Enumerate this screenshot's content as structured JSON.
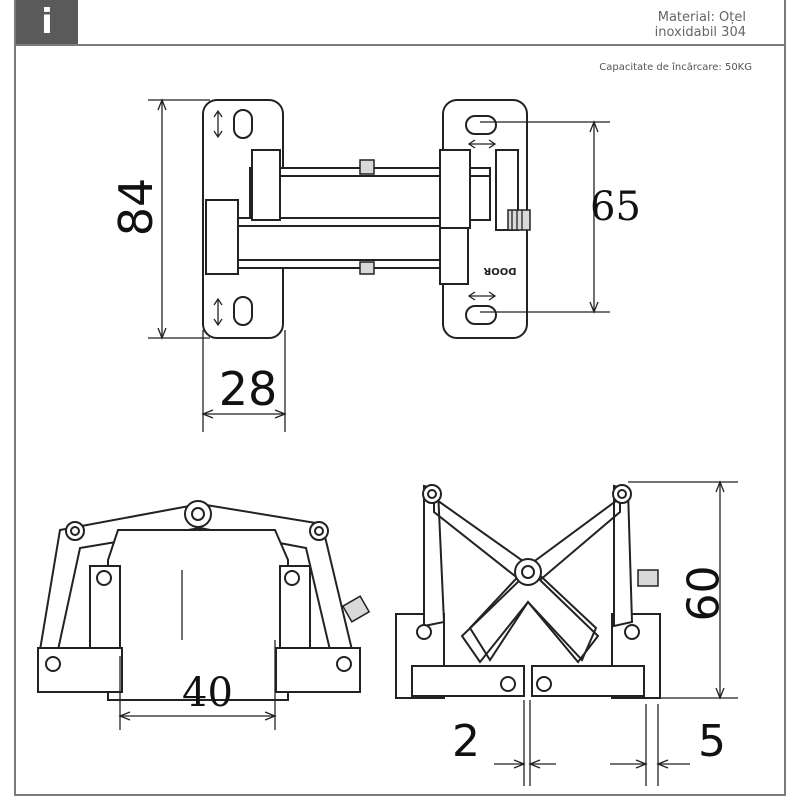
{
  "header": {
    "badge": "i",
    "material_line1": "Material: Oțel",
    "material_line2": "inoxidabil 304"
  },
  "capacity": "Capacitate de încărcare: 50KG",
  "dimensions": {
    "height": "84",
    "depth": "28",
    "hole_spacing": "65",
    "width": "40",
    "opening_height": "60",
    "gap": "2",
    "plate": "5"
  },
  "labels": {
    "door": "DOOR"
  },
  "colors": {
    "frame": "#7a7a7a",
    "badge": "#5a5a5a",
    "line": "#222222"
  }
}
